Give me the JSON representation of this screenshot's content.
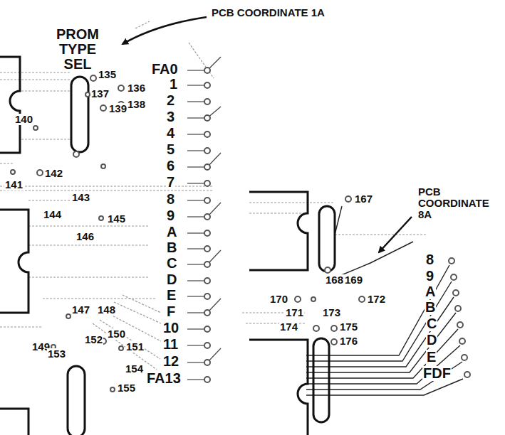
{
  "diagram": {
    "labels": [
      "PCB COORDINATE 1A",
      "PROM TYPE SEL",
      "FA0",
      "1",
      "2",
      "3",
      "4",
      "5",
      "6",
      "7",
      "8",
      "9",
      "A",
      "B",
      "C",
      "D",
      "E",
      "F",
      "10",
      "11",
      "12",
      "FA13",
      "135",
      "136",
      "137",
      "138",
      "139",
      "140",
      "141",
      "142",
      "143",
      "144",
      "145",
      "146",
      "147",
      "148",
      "149",
      "150",
      "151",
      "152",
      "153",
      "154",
      "155",
      "167",
      "PCB COORDINATE 8A",
      "8",
      "9",
      "A",
      "B",
      "C",
      "D",
      "E",
      "FDF",
      "168",
      "169",
      "170",
      "171",
      "172",
      "173",
      "174",
      "175",
      "176"
    ]
  }
}
